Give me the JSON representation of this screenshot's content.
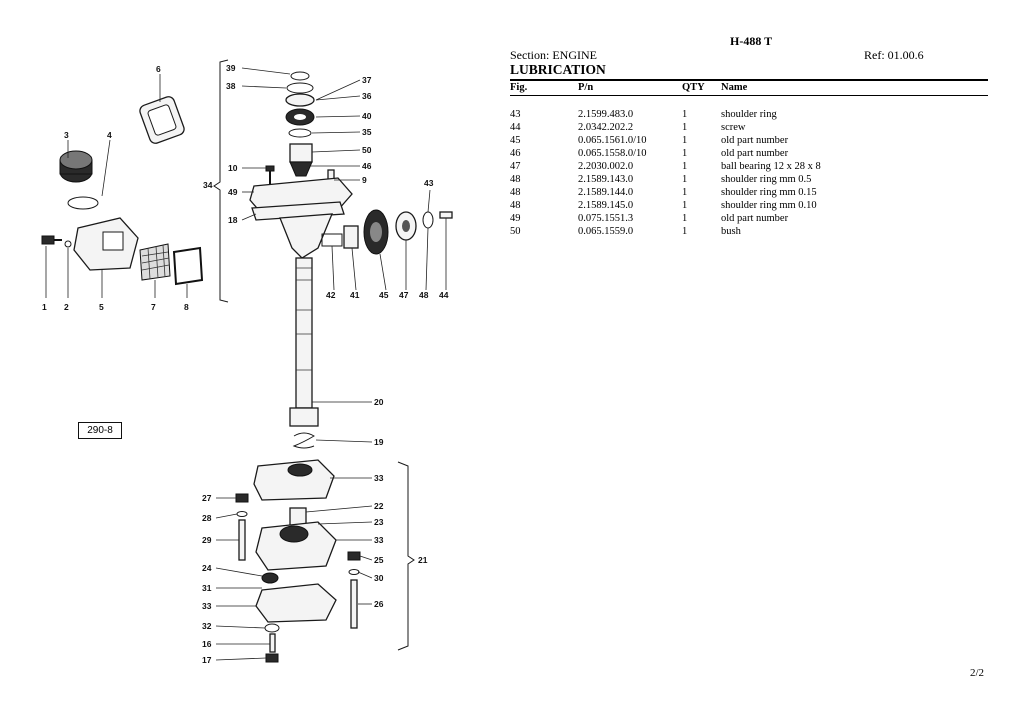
{
  "header": {
    "model": "H-488 T",
    "section": "Section: ENGINE",
    "ref": "Ref: 01.00.6",
    "title": "LUBRICATION"
  },
  "table": {
    "columns": [
      "Fig.",
      "P/n",
      "QTY",
      "Name"
    ],
    "rows": [
      {
        "fig": "43",
        "pn": "2.1599.483.0",
        "qty": "1",
        "name": "shoulder ring"
      },
      {
        "fig": "44",
        "pn": "2.0342.202.2",
        "qty": "1",
        "name": "screw"
      },
      {
        "fig": "45",
        "pn": "0.065.1561.0/10",
        "qty": "1",
        "name": "old part number"
      },
      {
        "fig": "46",
        "pn": "0.065.1558.0/10",
        "qty": "1",
        "name": "old part number"
      },
      {
        "fig": "47",
        "pn": "2.2030.002.0",
        "qty": "1",
        "name": "ball bearing 12 x 28 x 8"
      },
      {
        "fig": "48",
        "pn": "2.1589.143.0",
        "qty": "1",
        "name": "shoulder ring mm 0.5"
      },
      {
        "fig": "48",
        "pn": "2.1589.144.0",
        "qty": "1",
        "name": "shoulder ring mm 0.15"
      },
      {
        "fig": "48",
        "pn": "2.1589.145.0",
        "qty": "1",
        "name": "shoulder ring mm 0.10"
      },
      {
        "fig": "49",
        "pn": "0.075.1551.3",
        "qty": "1",
        "name": "old part number"
      },
      {
        "fig": "50",
        "pn": "0.065.1559.0",
        "qty": "1",
        "name": "bush"
      }
    ]
  },
  "diagram": {
    "code": "290-8",
    "callouts": [
      "1",
      "2",
      "3",
      "4",
      "5",
      "6",
      "7",
      "8",
      "9",
      "10",
      "16",
      "17",
      "18",
      "19",
      "20",
      "21",
      "22",
      "23",
      "24",
      "25",
      "26",
      "27",
      "28",
      "29",
      "30",
      "31",
      "32",
      "33",
      "33",
      "33",
      "34",
      "35",
      "36",
      "37",
      "38",
      "39",
      "40",
      "41",
      "42",
      "43",
      "44",
      "45",
      "46",
      "47",
      "48",
      "49",
      "50"
    ]
  },
  "footer": {
    "page": "2/2"
  }
}
